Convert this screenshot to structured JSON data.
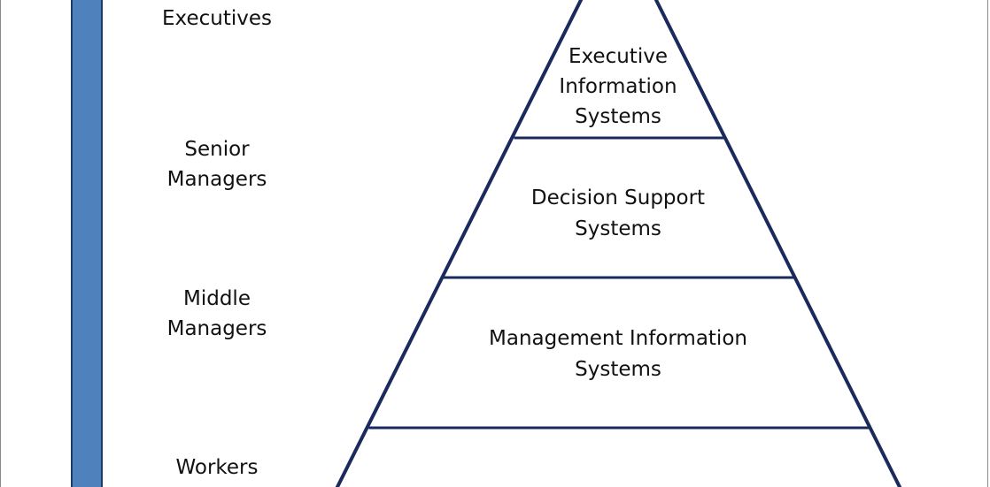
{
  "roles": {
    "executives": "Executives",
    "senior_managers": "Senior\nManagers",
    "middle_managers": "Middle\nManagers",
    "workers": "Workers"
  },
  "tiers": {
    "eis": [
      "Executive",
      "Information",
      "Systems"
    ],
    "dss": [
      "Decision Support",
      "Systems"
    ],
    "mis": [
      "Management Information",
      "Systems"
    ]
  },
  "colors": {
    "bar_fill": "#4f81bd",
    "bar_border": "#1b3a66",
    "pyramid_stroke": "#1b2a5c"
  }
}
